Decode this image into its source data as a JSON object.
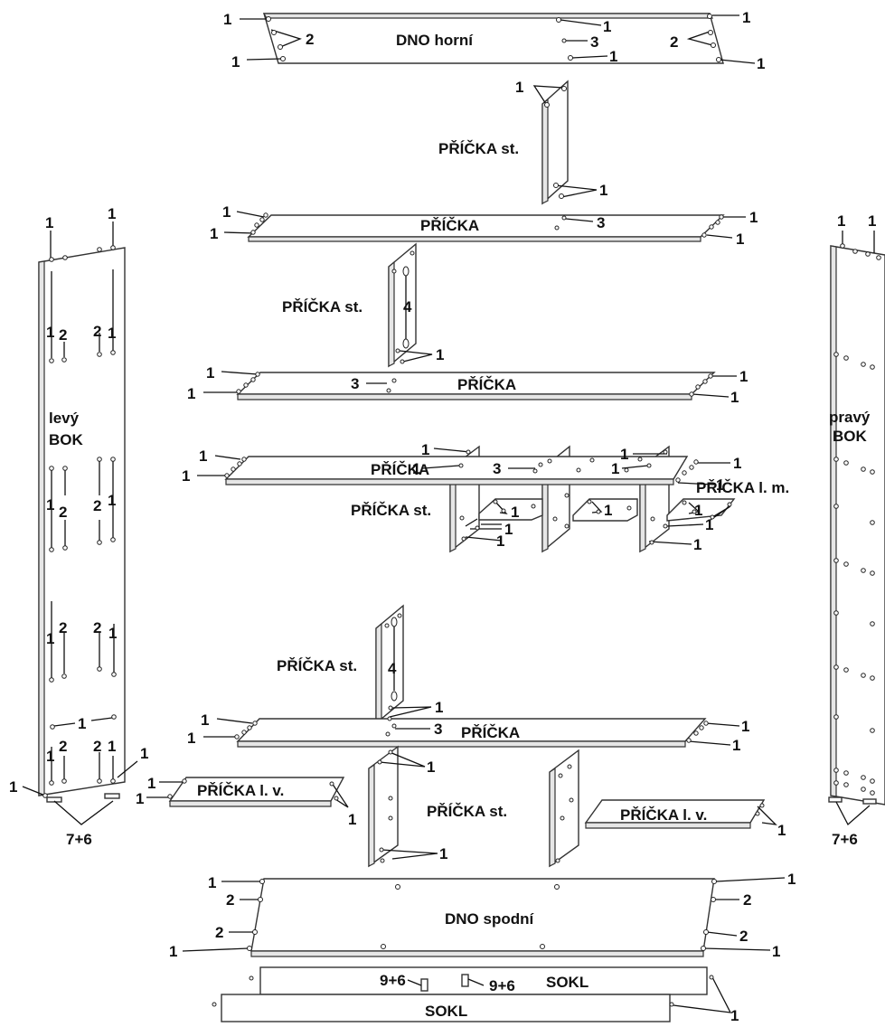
{
  "labels": {
    "dno_horni": "DNO horní",
    "dno_spodni": "DNO spodní",
    "pricka": "PŘÍČKA",
    "pricka_st": "PŘÍČKA st.",
    "pricka_lm": "PŘÍČKA l. m.",
    "pricka_lv": "PŘÍČKA l. v.",
    "levy": "levý",
    "pravy": "pravý",
    "bok": "BOK",
    "sokl": "SOKL"
  },
  "callouts": {
    "n1": "1",
    "n2": "2",
    "n3": "3",
    "n4": "4",
    "n7_6": "7+6",
    "n9_6": "9+6"
  }
}
